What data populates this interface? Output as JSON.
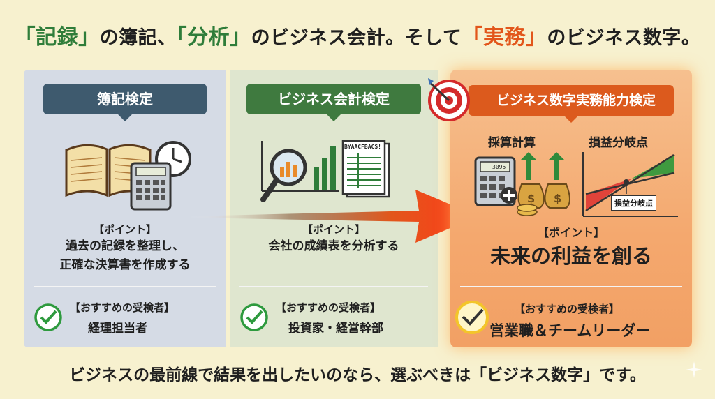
{
  "headline": {
    "part1": "「記録」",
    "part2": "の簿記、",
    "part3": "「分析」",
    "part4": "のビジネス会計。そして",
    "part5": "「実務」",
    "part6": "のビジネス数字。"
  },
  "panels": [
    {
      "title": "簿記検定",
      "point_label": "【ポイント】",
      "point_lines": [
        "過去の記録を整理し、",
        "正確な決算書を作成する"
      ],
      "rec_label": "【おすすめの受検者】",
      "rec_value": "経理担当者"
    },
    {
      "title": "ビジネス会計検定",
      "card_text": "BYAACFBACS!",
      "point_label": "【ポイント】",
      "point_lines": [
        "会社の成績表を分析する"
      ],
      "rec_label": "【おすすめの受検者】",
      "rec_value": "投資家・経営幹部"
    },
    {
      "title": "ビジネス数字実務能力検定",
      "sub1": "採算計算",
      "sub2": "損益分岐点",
      "calc_display": "3095",
      "bep_label": "損益分岐点",
      "point_label": "【ポイント】",
      "point_big": "未来の利益を創る",
      "rec_label": "【おすすめの受検者】",
      "rec_value": "営業職＆チームリーダー"
    }
  ],
  "footer": "ビジネスの最前線で結果を出したいのなら、選ぶべきは「ビジネス数字」です。",
  "colors": {
    "background": "#f7f1cf",
    "green": "#2f7d3a",
    "orange": "#e2561b",
    "navy": "#3e5a6e"
  },
  "icons": [
    "book-icon",
    "clock-icon",
    "calculator-icon",
    "magnifier-chart-icon",
    "report-icon",
    "target-icon",
    "money-bag-icon",
    "break-even-chart-icon",
    "check-icon",
    "arrow-icon",
    "sparkle-icon"
  ]
}
